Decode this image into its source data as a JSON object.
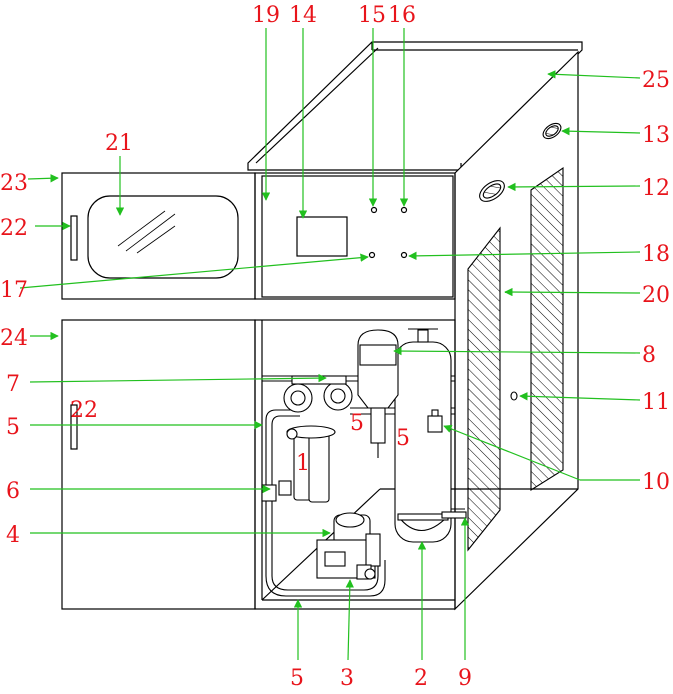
{
  "diagram": {
    "colors": {
      "line": "#000000",
      "label": "#e8141b",
      "leader": "#22c01f"
    },
    "labels": [
      "19",
      "14",
      "15",
      "16",
      "25",
      "13",
      "23",
      "21",
      "12",
      "22",
      "18",
      "17",
      "20",
      "24",
      "8",
      "7",
      "11",
      "5",
      "22",
      "5",
      "5",
      "1",
      "10",
      "6",
      "4",
      "5",
      "3",
      "2",
      "9"
    ]
  }
}
